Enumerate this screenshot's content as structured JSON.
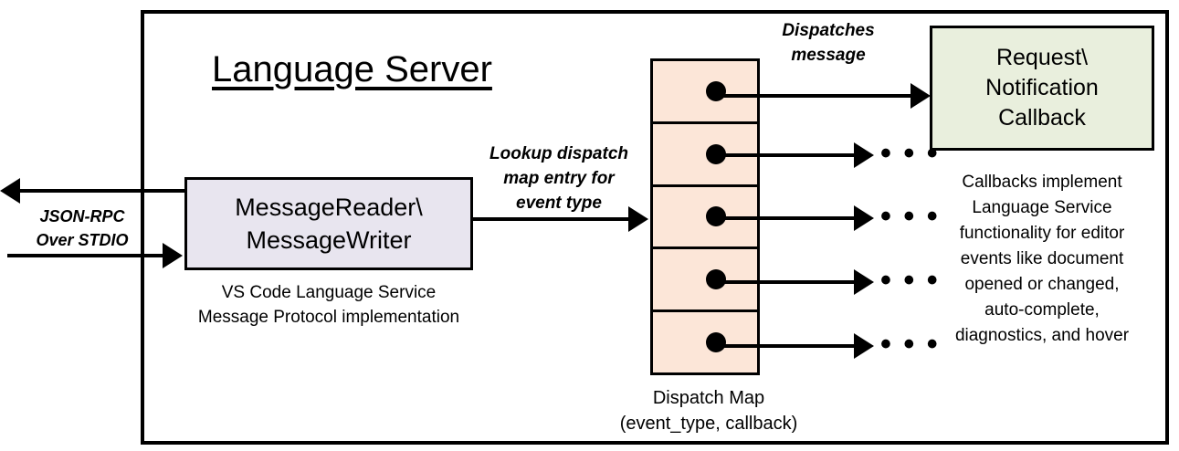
{
  "diagram": {
    "title": "Language Server",
    "frame_label": "language-server-boundary",
    "colors": {
      "message_box_fill": "#E8E5EF",
      "dispatch_map_fill": "#FCE6D8",
      "callback_box_fill": "#E9EFDD",
      "stroke": "#000000",
      "background": "#FFFFFF"
    },
    "external_channel": {
      "label_line1": "JSON-RPC",
      "label_line2": "Over STDIO",
      "outbound_arrow": "arrow-left-out-of-server",
      "inbound_arrow": "arrow-right-into-server"
    },
    "message_box": {
      "line1": "MessageReader\\",
      "line2": "MessageWriter",
      "caption_line1": "VS Code Language Service",
      "caption_line2": "Message Protocol implementation"
    },
    "lookup_edge": {
      "label_line1": "Lookup dispatch",
      "label_line2": "map entry for",
      "label_line3": "event type"
    },
    "dispatch_map": {
      "caption_line1": "Dispatch Map",
      "caption_line2": "(event_type, callback)",
      "rows": [
        {
          "id": "row-1",
          "marker": "callback-dot",
          "target": "callback-box"
        },
        {
          "id": "row-2",
          "marker": "callback-dot",
          "target": "ellipsis"
        },
        {
          "id": "row-3",
          "marker": "callback-dot",
          "target": "ellipsis"
        },
        {
          "id": "row-4",
          "marker": "callback-dot",
          "target": "ellipsis"
        },
        {
          "id": "row-5",
          "marker": "callback-dot",
          "target": "ellipsis"
        }
      ],
      "row_count": 5,
      "ellipsis": "• • •"
    },
    "dispatch_edge": {
      "label_line1": "Dispatches",
      "label_line2": "message"
    },
    "callback_box": {
      "line1": "Request\\",
      "line2": "Notification",
      "line3": "Callback",
      "caption_line1": "Callbacks implement",
      "caption_line2": "Language Service",
      "caption_line3": "functionality for editor",
      "caption_line4": "events like document",
      "caption_line5": "opened or changed,",
      "caption_line6": "auto-complete,",
      "caption_line7": "diagnostics, and hover"
    }
  }
}
